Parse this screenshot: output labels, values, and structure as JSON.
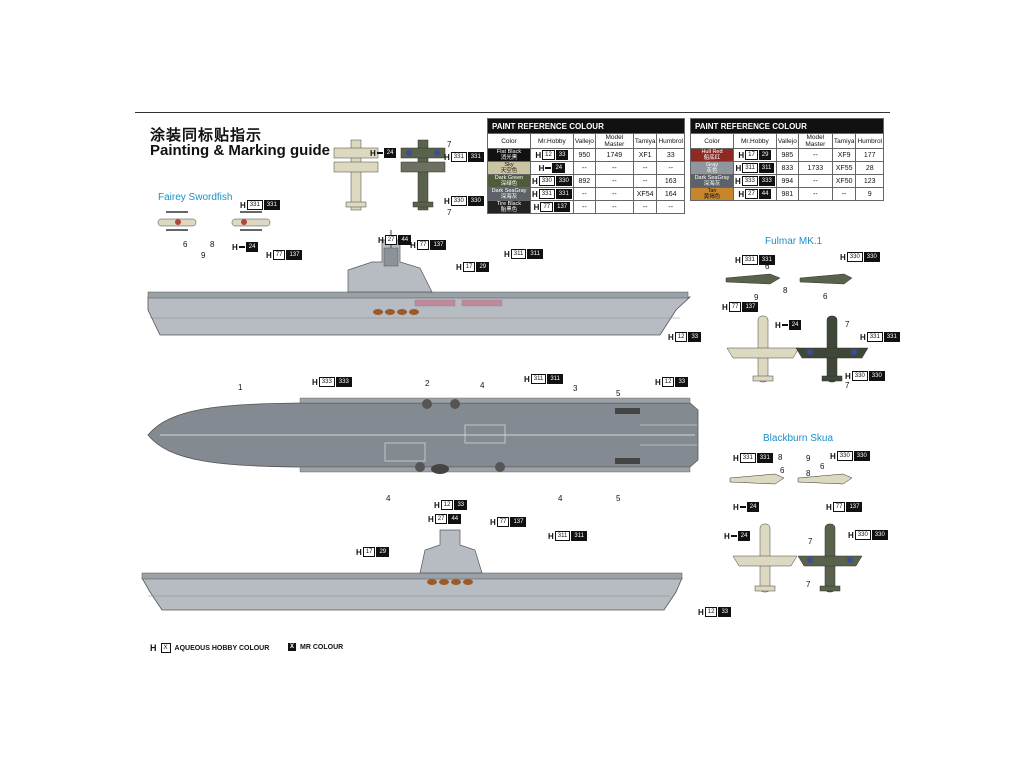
{
  "title": {
    "cn": "涂装同标贴指示",
    "en": "Painting & Marking guide"
  },
  "aircraft": {
    "swordfish": "Fairey Swordfish",
    "fulmar": "Fulmar MK.1",
    "skua": "Blackburn Skua"
  },
  "table1": {
    "caption": "PAINT REFERENCE COLOUR",
    "headers": [
      "Color",
      "Mr.Hobby",
      "Vallejo",
      "Model Master",
      "Tamiya",
      "Humbrol"
    ],
    "rows": [
      {
        "name": "Flat Black",
        "cn": "消光黑",
        "swatch": "#111111",
        "h": "12",
        "mr": "33",
        "vallejo": "950",
        "mm": "1749",
        "tamiya": "XF1",
        "humbrol": "33"
      },
      {
        "name": "Sky",
        "cn": "天空色",
        "swatch": "#c9c4a2",
        "h": "",
        "mr": "24",
        "vallejo": "--",
        "mm": "--",
        "tamiya": "--",
        "humbrol": "--"
      },
      {
        "name": "Dark Green",
        "cn": "深绿色",
        "swatch": "#4f5b3a",
        "h": "330",
        "mr": "330",
        "vallejo": "892",
        "mm": "--",
        "tamiya": "--",
        "humbrol": "163"
      },
      {
        "name": "Dark SeaGray",
        "cn": "深海灰",
        "swatch": "#5c6268",
        "h": "331",
        "mr": "331",
        "vallejo": "--",
        "mm": "--",
        "tamiya": "XF54",
        "humbrol": "164"
      },
      {
        "name": "Tire Black",
        "cn": "胎黑色",
        "swatch": "#222222",
        "h": "77",
        "mr": "137",
        "vallejo": "--",
        "mm": "--",
        "tamiya": "--",
        "humbrol": "--"
      }
    ]
  },
  "table2": {
    "caption": "PAINT REFERENCE COLOUR",
    "headers": [
      "Color",
      "Mr.Hobby",
      "Vallejo",
      "Model Master",
      "Tamiya",
      "Humbrol"
    ],
    "rows": [
      {
        "name": "Hull Red",
        "cn": "船底红",
        "swatch": "#8e2a22",
        "h": "17",
        "mr": "29",
        "vallejo": "985",
        "mm": "--",
        "tamiya": "XF9",
        "humbrol": "177"
      },
      {
        "name": "Gray",
        "cn": "灰色",
        "swatch": "#8f969d",
        "h": "311",
        "mr": "311",
        "vallejo": "833",
        "mm": "1733",
        "tamiya": "XF55",
        "humbrol": "28"
      },
      {
        "name": "Dark SeaGray",
        "cn": "深海灰",
        "swatch": "#5c6268",
        "h": "333",
        "mr": "333",
        "vallejo": "994",
        "mm": "--",
        "tamiya": "XF50",
        "humbrol": "123"
      },
      {
        "name": "Tan",
        "cn": "黄褐色",
        "swatch": "#c7862c",
        "h": "27",
        "mr": "44",
        "vallejo": "981",
        "mm": "--",
        "tamiya": "--",
        "humbrol": "9"
      }
    ]
  },
  "callouts": {
    "c24": {
      "h": "",
      "mr": "24"
    },
    "c331": {
      "h": "331",
      "mr": "331"
    },
    "c330": {
      "h": "330",
      "mr": "330"
    },
    "c77": {
      "h": "77",
      "mr": "137"
    },
    "c27": {
      "h": "27",
      "mr": "44"
    },
    "c17": {
      "h": "17",
      "mr": "29"
    },
    "c311": {
      "h": "311",
      "mr": "311"
    },
    "c12": {
      "h": "12",
      "mr": "33"
    },
    "c333": {
      "h": "333",
      "mr": "333"
    }
  },
  "numbers": {
    "n1": "1",
    "n2": "2",
    "n3": "3",
    "n4": "4",
    "n5": "5",
    "n6": "6",
    "n7": "7",
    "n8": "8",
    "n9": "9"
  },
  "legend": {
    "h_letter": "H",
    "x_box": "X",
    "aqueous": "AQUEOUS HOBBY COLOUR",
    "mr": "MR COLOUR"
  },
  "colors": {
    "hull": "#b6bcc1",
    "deck": "#838a91",
    "dark_deck": "#5d646b",
    "title_blue": "#1d8fc8"
  }
}
